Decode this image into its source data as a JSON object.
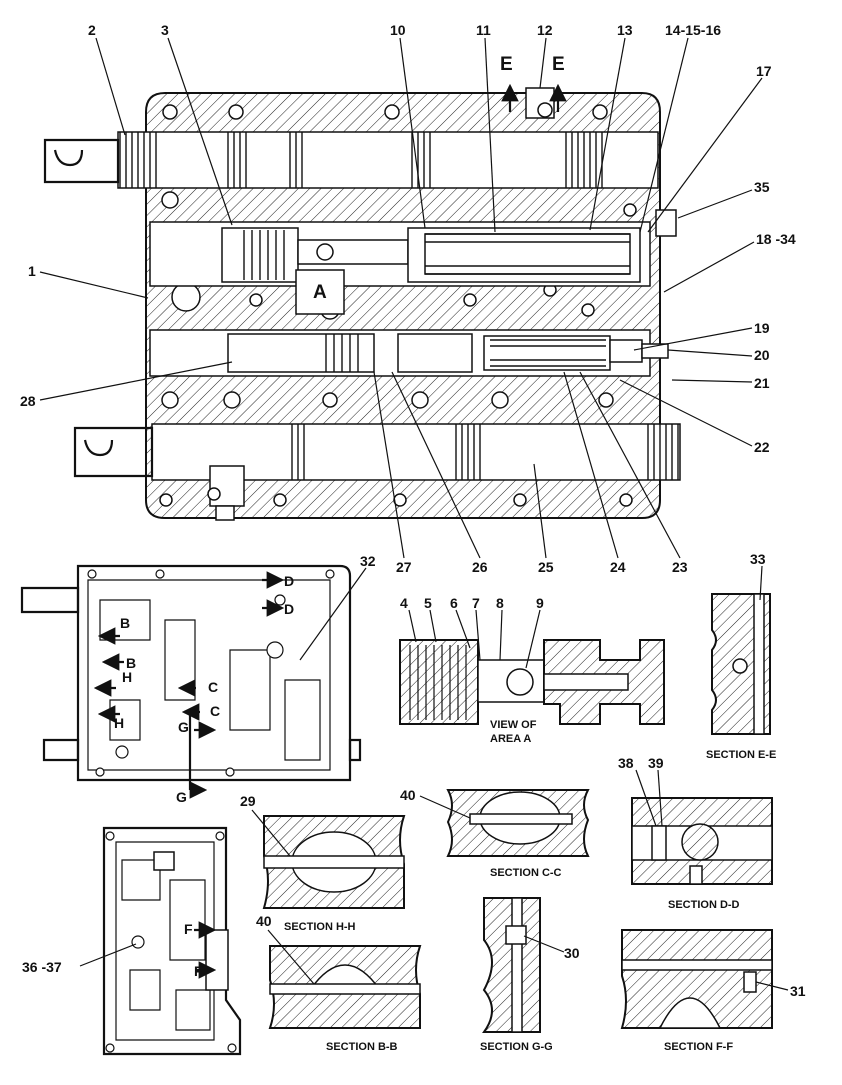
{
  "callouts": {
    "c1": "1",
    "c2": "2",
    "c3": "3",
    "c10": "10",
    "c11": "11",
    "c12": "12",
    "c13": "13",
    "c14": "14-15-16",
    "c17": "17",
    "c35": "35",
    "c18": "18 -34",
    "c19": "19",
    "c20": "20",
    "c21": "21",
    "c22": "22",
    "c28": "28",
    "c27": "27",
    "c26": "26",
    "c25": "25",
    "c24": "24",
    "c23": "23",
    "c32": "32",
    "c4": "4",
    "c5": "5",
    "c6": "6",
    "c7": "7",
    "c8": "8",
    "c9": "9",
    "c33": "33",
    "c38": "38",
    "c39": "39",
    "c40a": "40",
    "c29": "29",
    "c40b": "40",
    "c30": "30",
    "c36": "36 -37",
    "c31": "31"
  },
  "markers": {
    "A": "A",
    "E1": "E",
    "E2": "E",
    "B1": "B",
    "B2": "B",
    "H1": "H",
    "H2": "H",
    "C1": "C",
    "C2": "C",
    "G1": "G",
    "G2": "G",
    "D1": "D",
    "D2": "D",
    "F1": "F",
    "F2": "F"
  },
  "captions": {
    "view_a_1": "VIEW OF",
    "view_a_2": "AREA A",
    "section_ee": "SECTION E-E",
    "section_cc": "SECTION C-C",
    "section_dd": "SECTION D-D",
    "section_hh": "SECTION H-H",
    "section_bb": "SECTION B-B",
    "section_gg": "SECTION G-G",
    "section_ff": "SECTION F-F"
  }
}
